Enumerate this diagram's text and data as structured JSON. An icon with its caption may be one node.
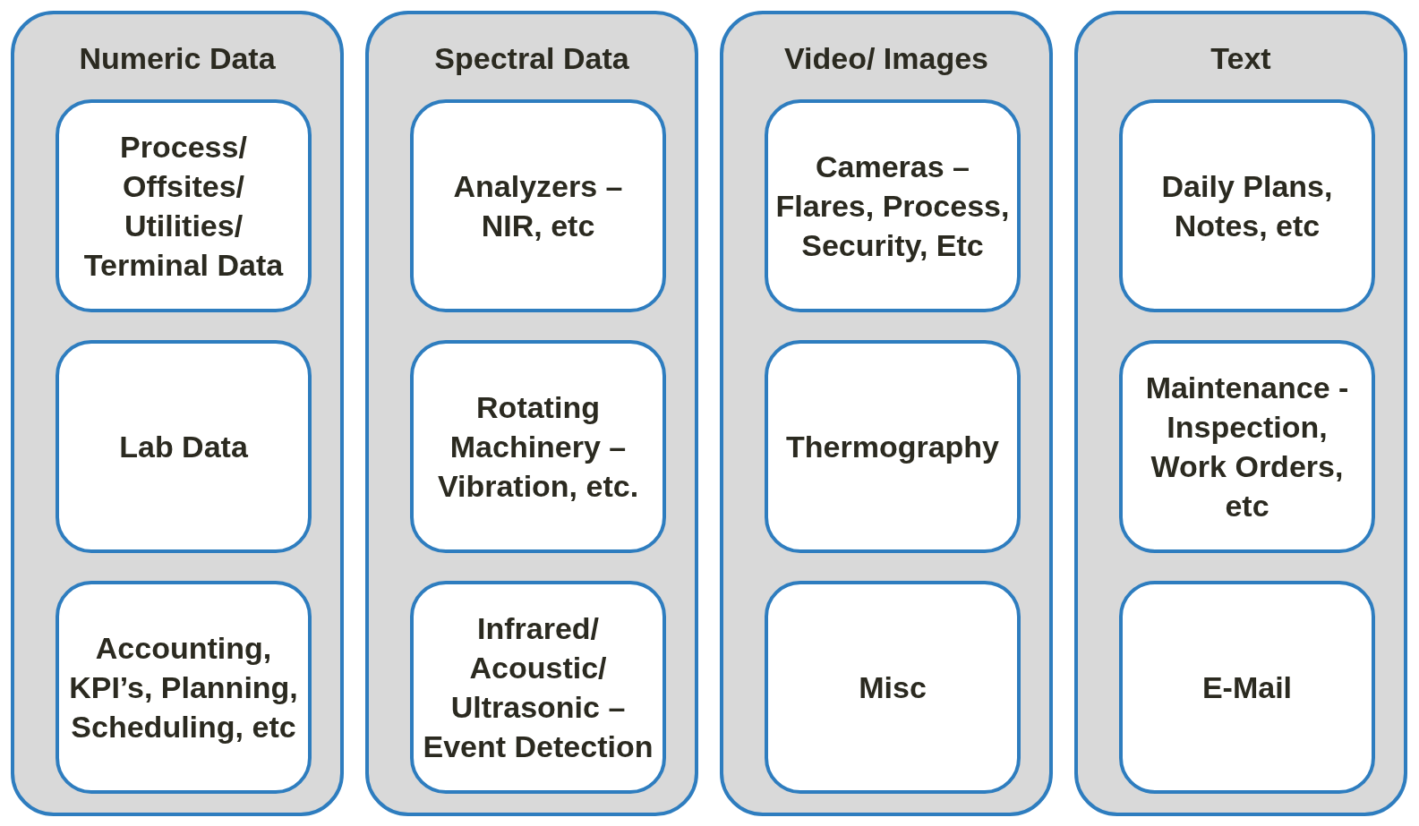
{
  "diagram": {
    "nodes": [
      {
        "text": [
          "Numeric Data"
        ]
      },
      {
        "text": [
          "Process/ Offsites/ Utilities/ Terminal Data"
        ],
        "in": 0
      },
      {
        "text": [
          "Lab Data"
        ],
        "in": 0
      },
      {
        "text": [
          "Accounting, KPI’s, Planning, Scheduling, etc"
        ],
        "in": 0
      },
      {
        "text": [
          "Spectral Data"
        ]
      },
      {
        "text": [
          "Analyzers – NIR, etc"
        ],
        "in": 4
      },
      {
        "text": [
          "Rotating Machinery – Vibration, etc."
        ],
        "in": 4
      },
      {
        "text": [
          "Infrared/ Acoustic/ Ultrasonic – Event Detection"
        ],
        "in": 4
      },
      {
        "text": [
          "Video/ Images"
        ]
      },
      {
        "text": [
          "Cameras – Flares, Process, Security, Etc"
        ],
        "in": 8
      },
      {
        "text": [
          "Thermography"
        ],
        "in": 8
      },
      {
        "text": [
          "Misc"
        ],
        "in": 8
      },
      {
        "text": [
          "Text"
        ]
      },
      {
        "text": [
          "Daily Plans, Notes, etc"
        ],
        "in": 12
      },
      {
        "text": [
          "Maintenance - Inspection, Work Orders, etc"
        ],
        "in": 12
      },
      {
        "text": [
          "E-Mail"
        ],
        "in": 12
      }
    ]
  }
}
